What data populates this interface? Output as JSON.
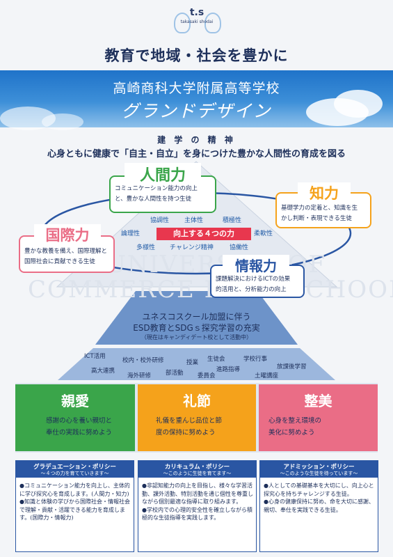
{
  "logo": {
    "mark": "t.s",
    "sub": "takasaki shodai"
  },
  "header": {
    "slogan": "教育で地域・社会を豊かに",
    "school_name": "高崎商科大学附属高等学校",
    "grand_design": "グランドデザイン"
  },
  "founding": {
    "title": "建 学 の 精 神",
    "text": "心身ともに健康で「自主・自立」を身につけた豊かな人間性の育成を図る"
  },
  "watermark": {
    "line1": "AKI UNIVERSITY OF",
    "line2": "COMMERCE HIGH SCHOOL"
  },
  "abilities": {
    "ningen": {
      "title": "人間力",
      "desc1": "コミュニケーション能力の向上",
      "desc2": "と、豊かな人間性を持つ生徒"
    },
    "chi": {
      "title": "知力",
      "desc1": "基礎学力の定着と、知識を生",
      "desc2": "かし判断・表現できる生徒"
    },
    "kokusai": {
      "title": "国際力",
      "desc1": "豊かな教養を備え、国際理解と",
      "desc2": "国際社会に貢献できる生徒"
    },
    "joho": {
      "title": "情報力",
      "desc1": "課題解決におけるICTの効果",
      "desc2": "的活用と、分析能力の向上"
    }
  },
  "center": {
    "label": "向上する４つの力",
    "traits": [
      "協調性",
      "主体性",
      "積極性",
      "論理性",
      "柔軟性",
      "多様性",
      "チャレンジ精神",
      "協働性"
    ]
  },
  "unesco": {
    "line1": "ユネスコスクール加盟に伴う",
    "line2": "ESD教育とSDGｓ探究学習の充実",
    "line3": "（現在はキャンディデート校として活動中）"
  },
  "activities": [
    "ICT活用",
    "校内・校外研修",
    "授業",
    "生徒会",
    "学校行事",
    "高大連携",
    "進路指導",
    "放課後学習",
    "海外研修",
    "部活動",
    "委員会",
    "土曜講座"
  ],
  "values": [
    {
      "title": "親愛",
      "desc1": "感謝の心を養い親切と",
      "desc2": "奉仕の実践に努めよう",
      "color": "#3aa54a"
    },
    {
      "title": "礼節",
      "desc1": "礼儀を重んじ品位と節",
      "desc2": "度の保持に努めよう",
      "color": "#f5a21b"
    },
    {
      "title": "整美",
      "desc1": "心身を整え環境の",
      "desc2": "美化に努めよう",
      "color": "#ea6d86"
    }
  ],
  "policies": [
    {
      "title": "グラデュエーション・ポリシー",
      "subtitle": "～４つの力を育てていきます～",
      "body": "●コミュニケーション能力を向上し、主体的に学び探究心を育成します。(人間力・知力)\n●知識と体験の学びから国際社会・情報社会で理解・貢献・活躍できる能力を育成します。(国際力・情報力)"
    },
    {
      "title": "カリキュラム・ポリシー",
      "subtitle": "～このように生徒を育てます～",
      "body": "●非認知能力の向上を目指し、様々な学習活動、課外活動、特別活動を通じ個性を尊重しながら個別最適な指導に取り組みます。\n●学校内での心理的安全性を確立しながら積極的な生徒指導を実践します。"
    },
    {
      "title": "アドミッション・ポリシー",
      "subtitle": "～このような生徒を待っています～",
      "body": "●人としての基礎基本を大切にし、向上心と探究心を持ちチャレンジする生徒。\n●心身の健康保持に努め、命を大切に感謝、親切、奉仕を実践できる生徒。"
    }
  ],
  "colors": {
    "navy": "#1d2f5a",
    "blue": "#2a56a3",
    "green": "#3aa54a",
    "orange": "#f5a21b",
    "pink": "#ea6d86",
    "red": "#e8374e"
  }
}
